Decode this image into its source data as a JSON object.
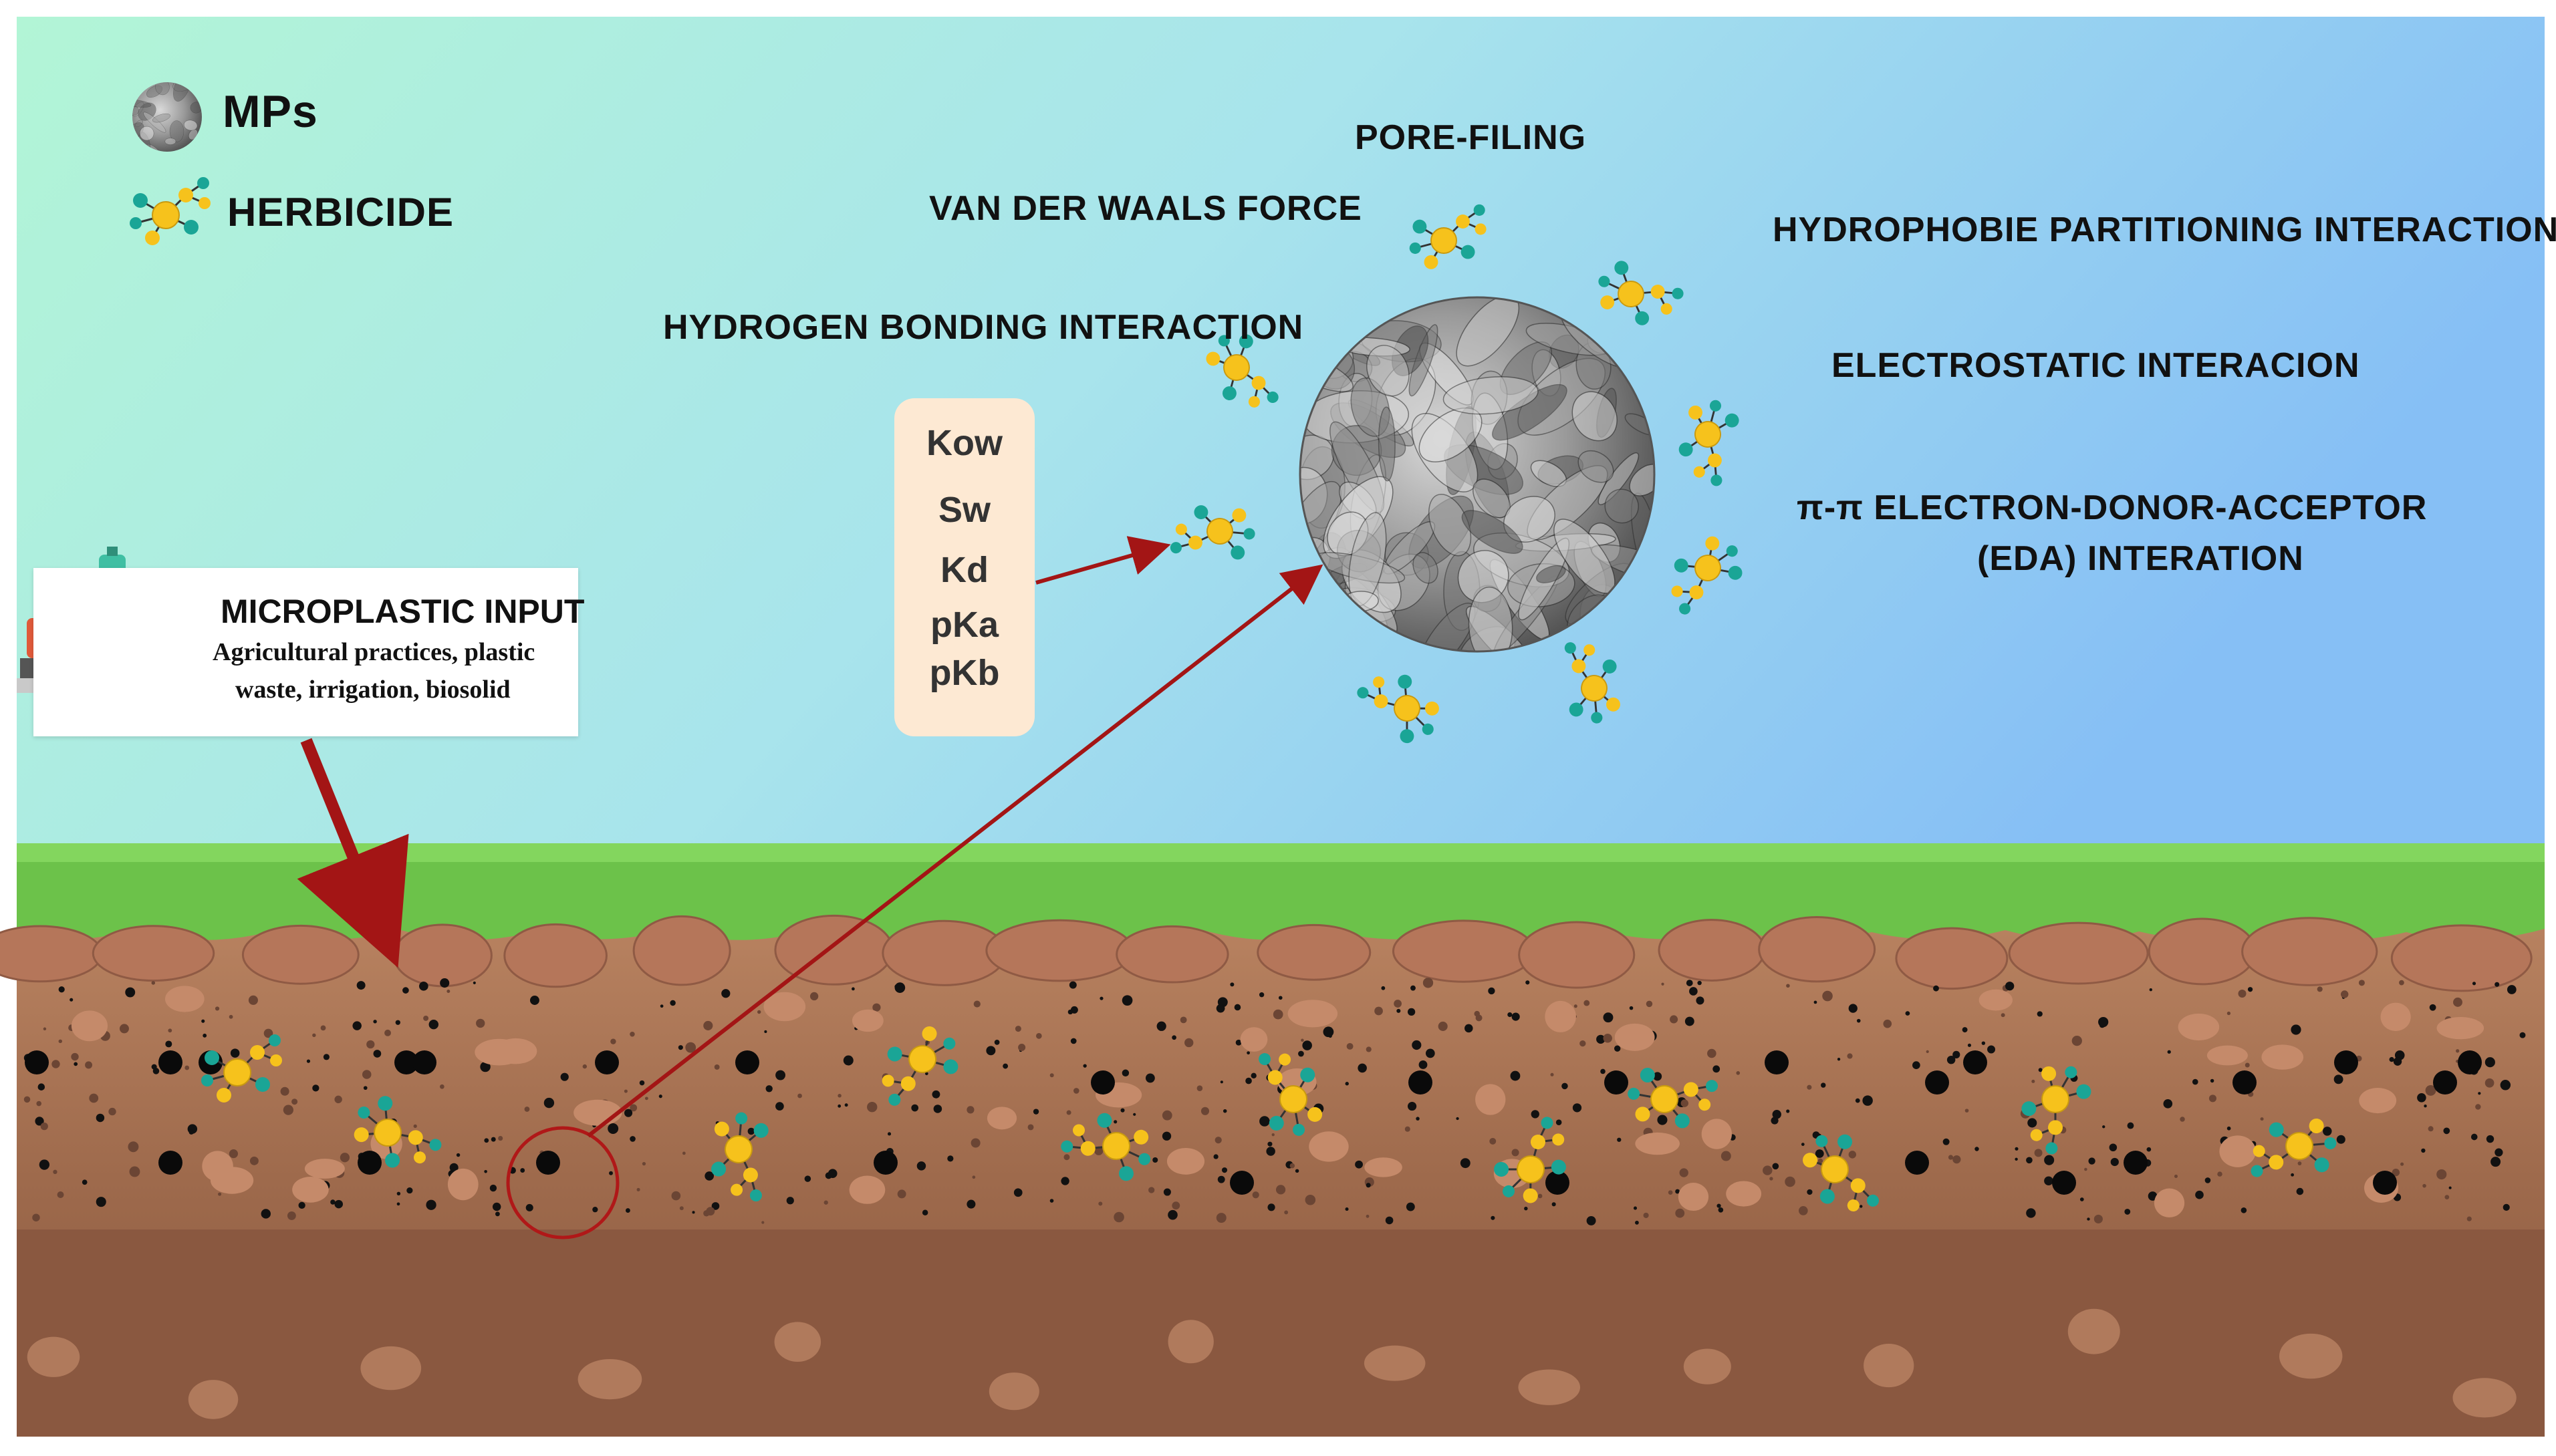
{
  "legend": {
    "mps_label": "MPs",
    "herbicide_label": "HERBICIDE"
  },
  "mechanisms": {
    "pore_filling": "PORE-FILING",
    "van_der_waals": "VAN DER WAALS FORCE",
    "hydrophobic": "HYDROPHOBIE PARTITIONING INTERACTION",
    "hydrogen": "HYDROGEN BONDING INTERACTION",
    "electrostatic": "ELECTROSTATIC INTERACION",
    "pi_pi_line1": "π-π ELECTRON-DONOR-ACCEPTOR",
    "pi_pi_line2": "(EDA) INTERATION"
  },
  "input": {
    "title": "MICROPLASTIC INPUT",
    "line1": "Agricultural practices, plastic",
    "line2": "waste, irrigation, biosolid"
  },
  "properties": [
    "Kow",
    "Sw",
    "Kd",
    "pKa",
    "pKb"
  ],
  "colors": {
    "sky_left": "#b2f5d6",
    "sky_right": "#86bff5",
    "grass": "#6cc24a",
    "soil_top": "#b07a55",
    "soil_bottom": "#8a5840",
    "arrow": "#a31515",
    "herbicide_core": "#f6c21c",
    "herbicide_node": "#1aa596",
    "props_bg": "#fde9d3"
  }
}
